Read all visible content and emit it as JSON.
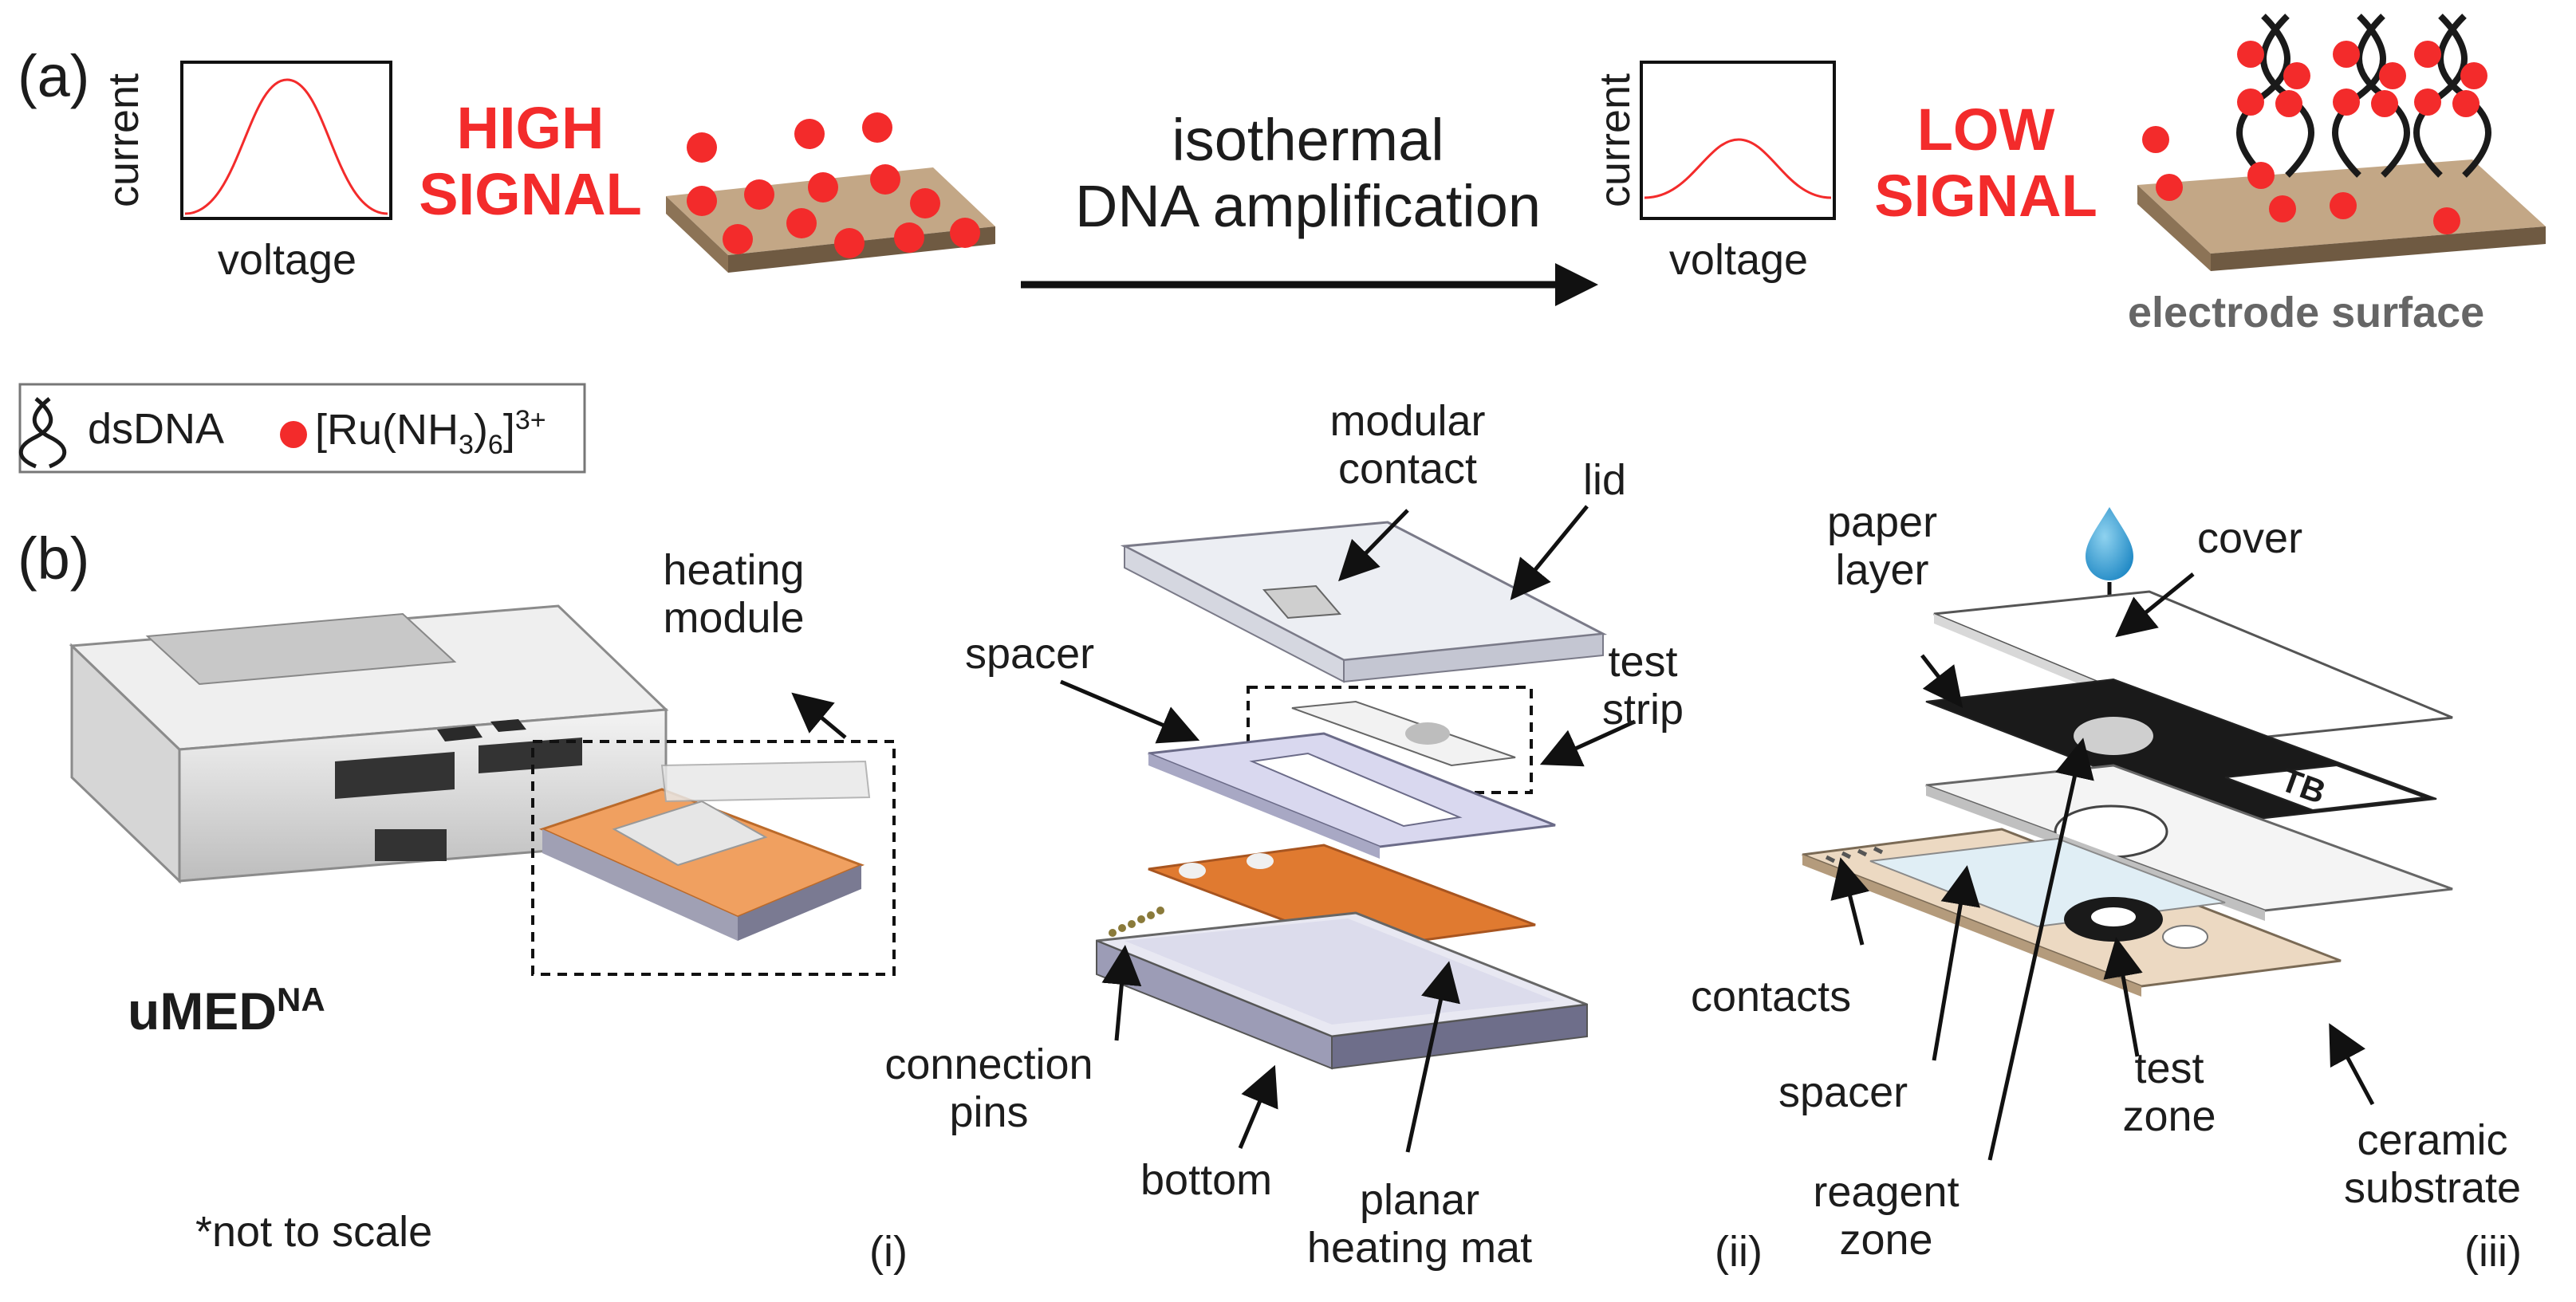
{
  "panel_a": {
    "label": "(a)",
    "plot_high": {
      "ylabel": "current",
      "xlabel": "voltage"
    },
    "high_signal": [
      "HIGH",
      "SIGNAL"
    ],
    "arrow_text": [
      "isothermal",
      "DNA amplification"
    ],
    "plot_low": {
      "ylabel": "current",
      "xlabel": "voltage"
    },
    "low_signal": [
      "LOW",
      "SIGNAL"
    ],
    "electrode_surface": "electrode surface",
    "signal_color": "#f32b2b"
  },
  "legend": {
    "dsdna": "dsDNA",
    "ru_prefix": "[Ru(NH",
    "ru_sub3": "3",
    "ru_mid": ")",
    "ru_sub6": "6",
    "ru_close": "]",
    "ru_sup": "3+"
  },
  "panel_b": {
    "label": "(b)",
    "device_name": "uMED",
    "device_sup": "NA",
    "heating_module": [
      "heating",
      "module"
    ],
    "not_to_scale": "*not to scale"
  },
  "panel_i": {
    "label": "(i)",
    "modular_contact": [
      "modular",
      "contact"
    ],
    "lid": "lid",
    "spacer": "spacer",
    "test_strip": [
      "test",
      "strip"
    ],
    "connection_pins": [
      "connection",
      "pins"
    ],
    "bottom": "bottom",
    "planar_heating_mat": [
      "planar",
      "heating mat"
    ]
  },
  "panel_iii_labels": {
    "label_ii": "(ii)",
    "label_iii": "(iii)",
    "paper_layer": [
      "paper",
      "layer"
    ],
    "cover": "cover",
    "tb": "TB",
    "contacts": "contacts",
    "spacer": "spacer",
    "test_zone": [
      "test",
      "zone"
    ],
    "reagent_zone": [
      "reagent",
      "zone"
    ],
    "ceramic_substrate": [
      "ceramic",
      "substrate"
    ]
  }
}
